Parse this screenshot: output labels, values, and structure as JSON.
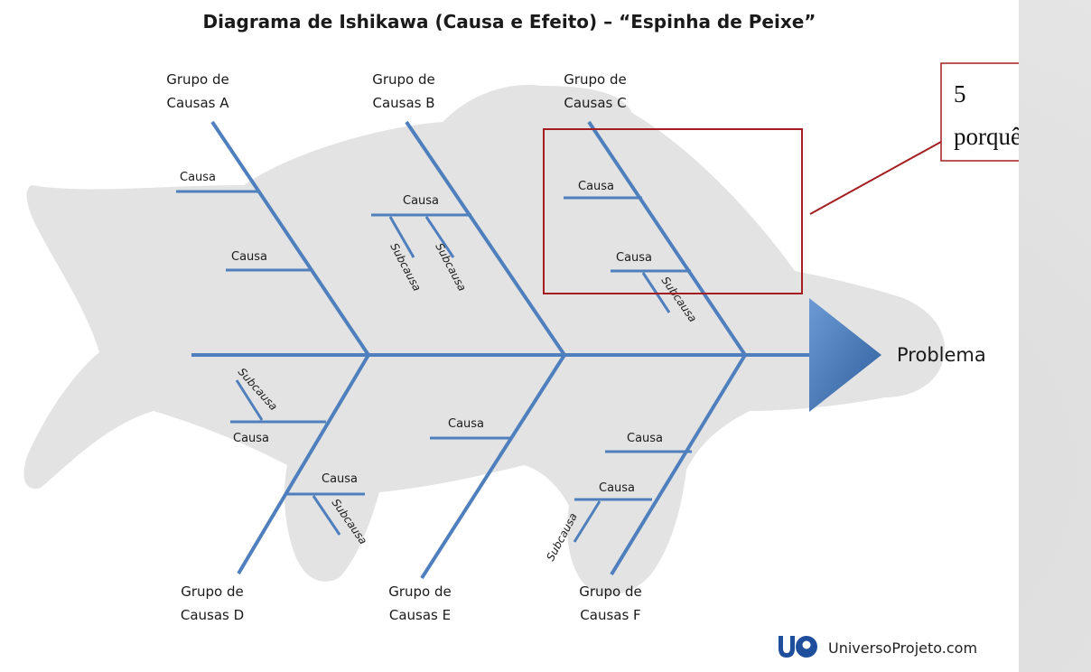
{
  "diagram": {
    "title": "Diagrama de Ishikawa (Causa e Efeito) – “Espinha de Peixe”",
    "problem": "Problema",
    "groups": {
      "a": {
        "line1": "Grupo de",
        "line2": "Causas A"
      },
      "b": {
        "line1": "Grupo de",
        "line2": "Causas B"
      },
      "c": {
        "line1": "Grupo de",
        "line2": "Causas C"
      },
      "d": {
        "line1": "Grupo de",
        "line2": "Causas D"
      },
      "e": {
        "line1": "Grupo de",
        "line2": "Causas E"
      },
      "f": {
        "line1": "Grupo de",
        "line2": "Causas F"
      }
    },
    "cause_label": "Causa",
    "subcause_label": "Subcausa"
  },
  "callout": {
    "line1": "5",
    "line2": "porquês",
    "color": "#a31d21"
  },
  "brand": {
    "logo": "UP",
    "name": "UniversoProjeto.com"
  },
  "colors": {
    "bone": "#4f7fbd",
    "fish_silhouette": "#e3e3e3",
    "arrow": "#3b6fb4"
  }
}
